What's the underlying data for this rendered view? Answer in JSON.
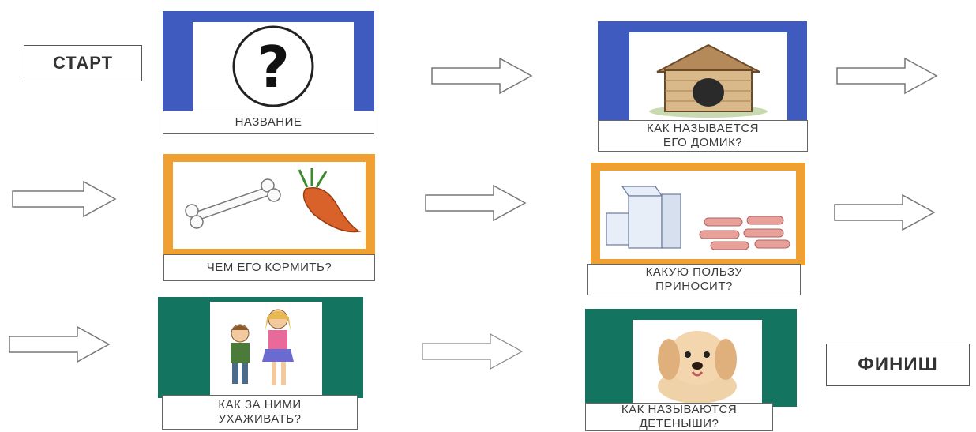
{
  "start_label": "СТАРТ",
  "finish_label": "ФИНИШ",
  "cards": [
    {
      "caption_line1": "НАЗВАНИЕ",
      "caption_line2": "",
      "frame_color": "#3f5bbf",
      "icon": "question-mark-icon"
    },
    {
      "caption_line1": "КАК НАЗЫВАЕТСЯ",
      "caption_line2": "ЕГО ДОМИК?",
      "frame_color": "#3f5bbf",
      "icon": "doghouse-icon"
    },
    {
      "caption_line1": "ЧЕМ ЕГО КОРМИТЬ?",
      "caption_line2": "",
      "frame_color": "#f0a030",
      "icon": "bone-and-carrot-icon"
    },
    {
      "caption_line1": "КАКУЮ ПОЛЬЗУ",
      "caption_line2": "ПРИНОСИТ?",
      "frame_color": "#f0a030",
      "icon": "milk-and-sausages-icon"
    },
    {
      "caption_line1": "КАК ЗА НИМИ",
      "caption_line2": "УХАЖИВАТЬ?",
      "frame_color": "#13755f",
      "icon": "children-icon"
    },
    {
      "caption_line1": "КАК НАЗЫВАЮТСЯ",
      "caption_line2": "ДЕТЕНЫШИ?",
      "frame_color": "#13755f",
      "icon": "puppy-icon"
    }
  ]
}
